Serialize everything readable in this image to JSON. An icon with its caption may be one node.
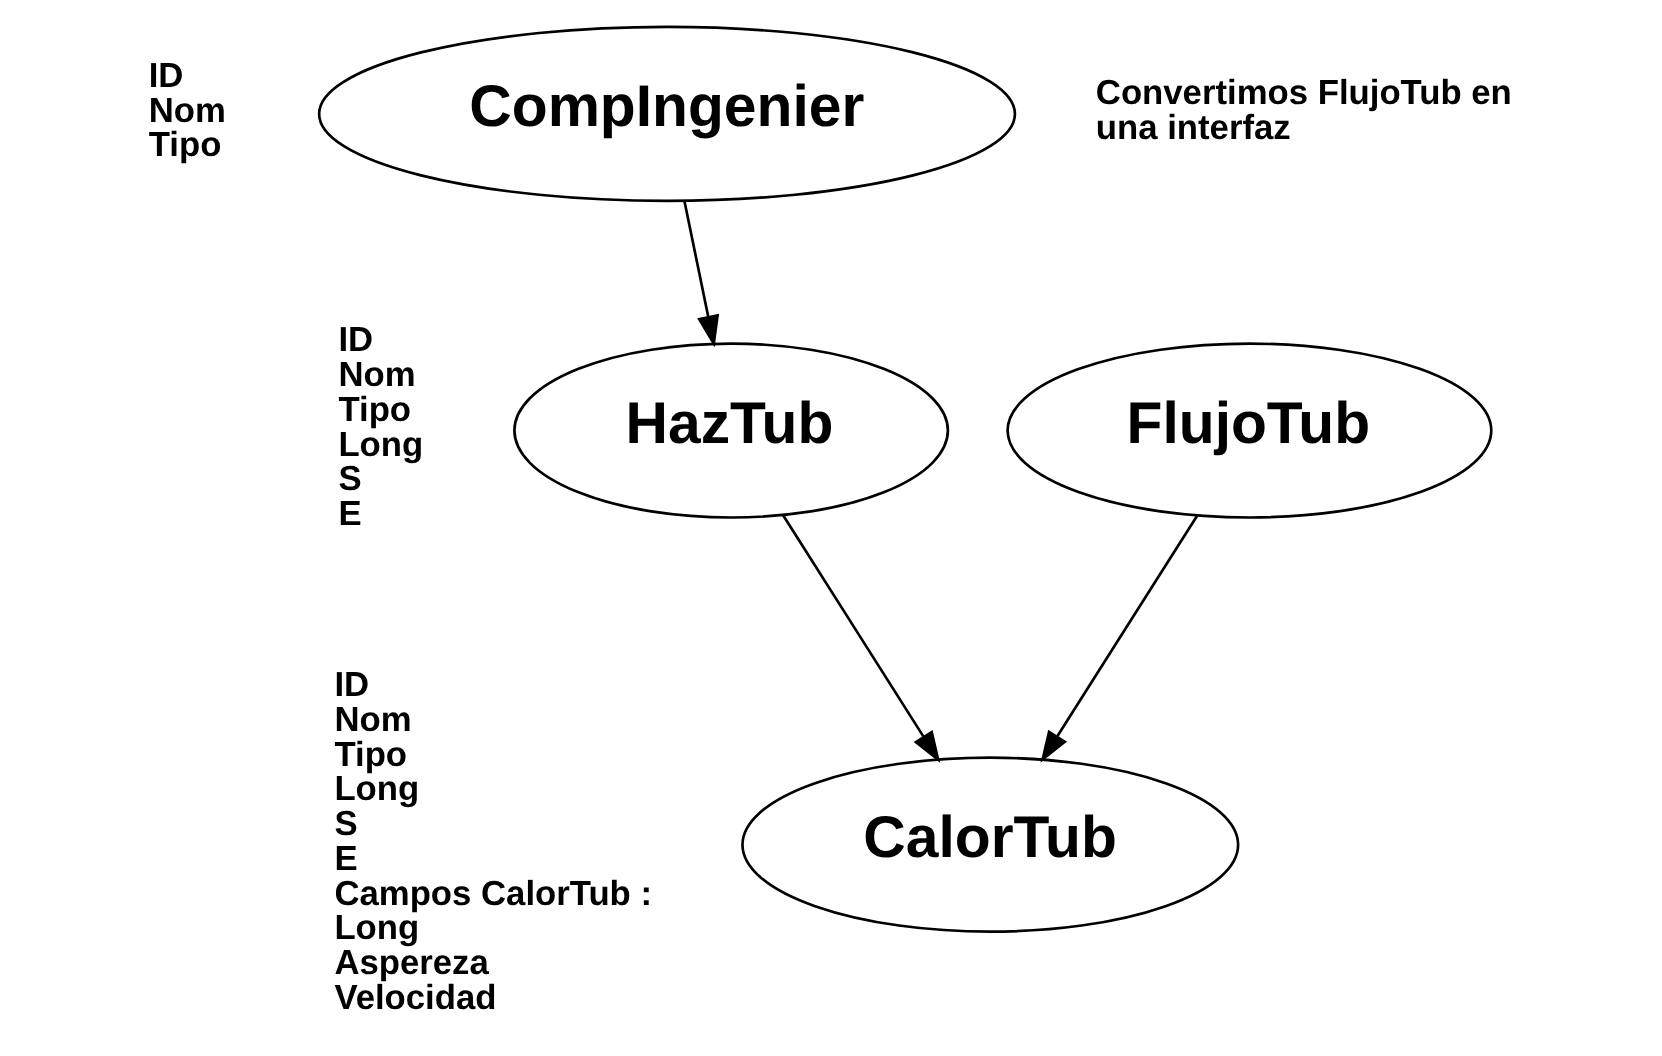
{
  "diagram": {
    "nodes": [
      {
        "text": [
          "CompIngenier"
        ],
        "beside": [
          "ID",
          "Nom",
          "Tipo"
        ]
      },
      {
        "text": [
          "HazTub"
        ],
        "beside": [
          "ID",
          "Nom",
          "Tipo",
          "Long",
          "S",
          "E"
        ]
      },
      {
        "text": [
          "FlujoTub"
        ]
      },
      {
        "text": [
          "CalorTub"
        ],
        "beside": [
          "ID",
          "Nom",
          "Tipo",
          "Long",
          "S",
          "E",
          "Campos CalorTub :",
          "Long",
          "Aspereza",
          "Velocidad"
        ]
      }
    ],
    "edges": [
      {
        "from": 0,
        "to": 1,
        "arrow": "to"
      },
      {
        "from": 1,
        "to": 3,
        "arrow": "to"
      },
      {
        "from": 2,
        "to": 3,
        "arrow": "to"
      }
    ],
    "labels": [
      "Convertimos FlujoTub en una interfaz"
    ]
  }
}
